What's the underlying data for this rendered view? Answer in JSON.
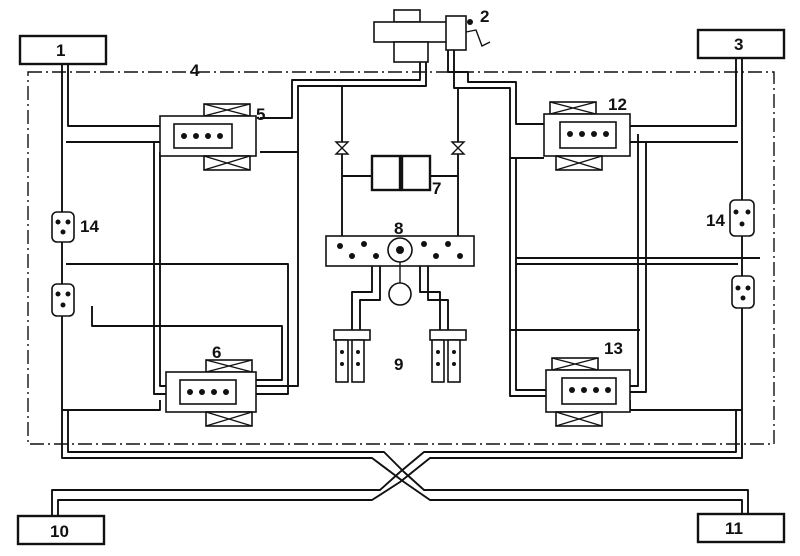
{
  "labels": {
    "n1": "1",
    "n2": "2",
    "n3": "3",
    "n4": "4",
    "n5": "5",
    "n6": "6",
    "n7": "7",
    "n8": "8",
    "n9": "9",
    "n10": "10",
    "n11": "11",
    "n12": "12",
    "n13": "13",
    "n14_left": "14",
    "n14_right": "14"
  }
}
